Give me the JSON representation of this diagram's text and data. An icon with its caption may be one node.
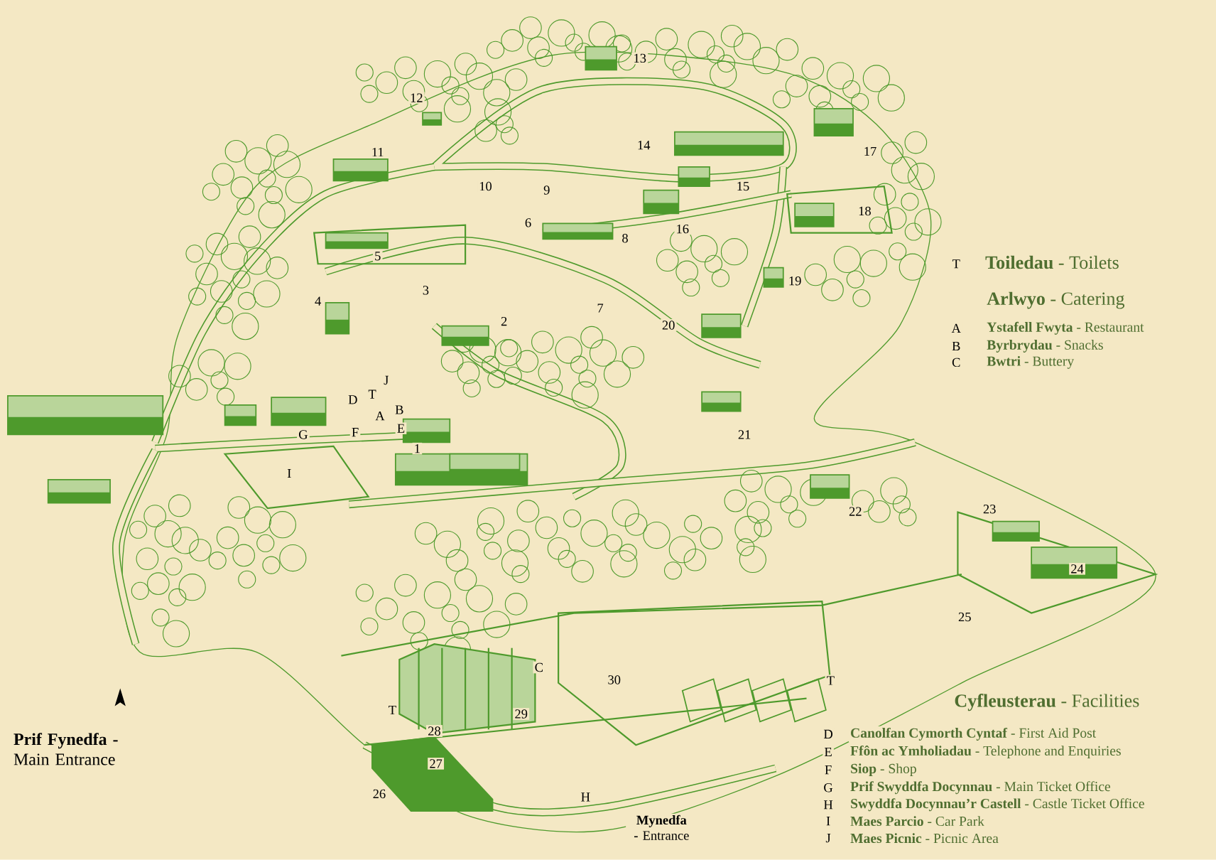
{
  "diagram": {
    "labels": [
      "13",
      "12",
      "14",
      "17",
      "11",
      "10",
      "9",
      "15",
      "18",
      "6",
      "16",
      "8",
      "5",
      "T",
      "**Toiledau** - Toilets",
      "19",
      "3",
      "**Arlwyo** - Catering",
      "4",
      "7",
      "2",
      "20",
      "A",
      "**Ystafell Fwyta** - Restaurant",
      "B",
      "**Byrbrydau** - Snacks",
      "C",
      "**Bwtri** - Buttery",
      "J",
      "T",
      "D",
      "B",
      "A",
      "E",
      "F",
      "G",
      "21",
      "1",
      "I",
      "23",
      "22",
      "24",
      "25",
      "C",
      "T",
      "30",
      "**Cyfleusterau** - Facilities",
      "T",
      "29",
      "28",
      "D",
      "**Canolfan Cymorth Cyntaf** - First Aid Post",
      "E",
      "**Ffôn ac Ymholiadau** - Telephone and Enquiries",
      "F",
      "**Siop** - Shop",
      "G",
      "**Prif Swyddfa Docynnau** - Main Ticket Office",
      "H",
      "**Swyddfa Docynnau’r Castell** - Castle Ticket Office",
      "I",
      "**Maes Parcio** - Car Park",
      "J",
      "**Maes Picnic** - Picnic Area",
      "**Prif Fynedfa -** Main Entrance",
      "27",
      "26",
      "H",
      "**Mynedfa -** Entrance"
    ]
  }
}
